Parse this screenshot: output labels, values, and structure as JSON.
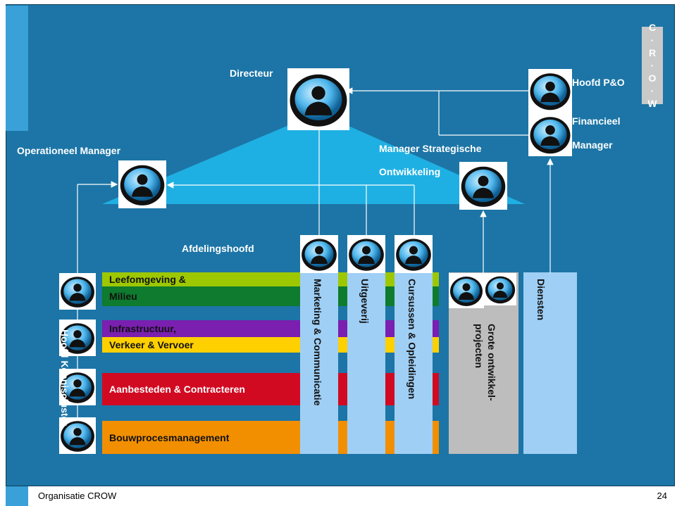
{
  "roles": {
    "directeur": "Directeur",
    "hoofd_po": "Hoofd P&O",
    "financieel_1": "Financieel",
    "financieel_2": "Manager",
    "operationeel": "Operationeel Manager",
    "strategisch_1": "Manager Strategische",
    "strategisch_2": "Ontwikkeling",
    "afdelingshoofd": "Afdelingshoofd",
    "hoofd_kenniscluster": "Hoofd Kenniscluster"
  },
  "clusters": {
    "leefomgeving_1": "Leefomgeving &",
    "leefomgeving_2": "Milieu",
    "infrastructuur_1": "Infrastructuur,",
    "infrastructuur_2": "Verkeer & Vervoer",
    "aanbesteden": "Aanbesteden & Contracteren",
    "bouwproces": "Bouwprocesmanagement"
  },
  "departments": {
    "marketing": "Marketing & Communicatie",
    "uitgeverij": "Uitgeverij",
    "cursussen": "Cursussen & Opleidingen",
    "grote_1": "Grote ontwikkel-",
    "grote_2": "projecten",
    "diensten": "Diensten"
  },
  "logo": {
    "letters": [
      "C",
      "R",
      "O",
      "W"
    ],
    "separator": "·"
  },
  "footer": {
    "title": "Organisatie CROW",
    "page": "24"
  },
  "colors": {
    "background": "#1c75a6",
    "triangle": "#1fb0e3",
    "light_green": "#9dc800",
    "dark_green": "#0e7b2e",
    "purple": "#7a1fb0",
    "yellow": "#ffd000",
    "red": "#d10a22",
    "orange": "#f28f00",
    "light_blue": "#9fcff5",
    "grey": "#bdbdbd"
  }
}
